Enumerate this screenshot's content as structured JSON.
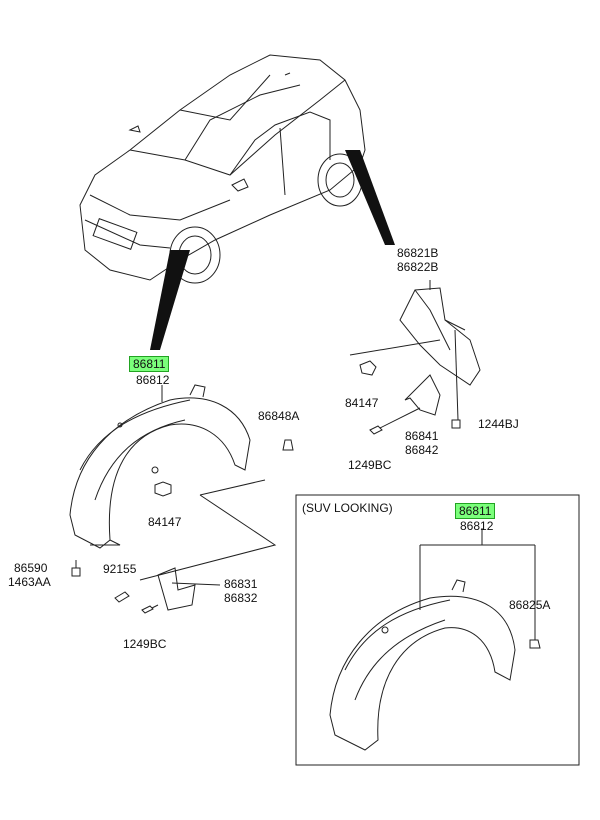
{
  "labels": {
    "p86821B": "86821B",
    "p86822B": "86822B",
    "p86811_main": "86811",
    "p86812_main": "86812",
    "p84147_right": "84147",
    "p84147_left": "84147",
    "p86848A": "86848A",
    "p86841": "86841",
    "p86842": "86842",
    "p1244BJ": "1244BJ",
    "p1249BC_right": "1249BC",
    "p1249BC_left": "1249BC",
    "p86590": "86590",
    "p1463AA": "1463AA",
    "p92155": "92155",
    "p86831": "86831",
    "p86832": "86832",
    "p86811_suv": "86811",
    "p86812_suv": "86812",
    "p86825A": "86825A"
  },
  "suv_box": {
    "title": "(SUV LOOKING)"
  },
  "colors": {
    "highlight": "#7bff7b",
    "line": "#111111"
  }
}
